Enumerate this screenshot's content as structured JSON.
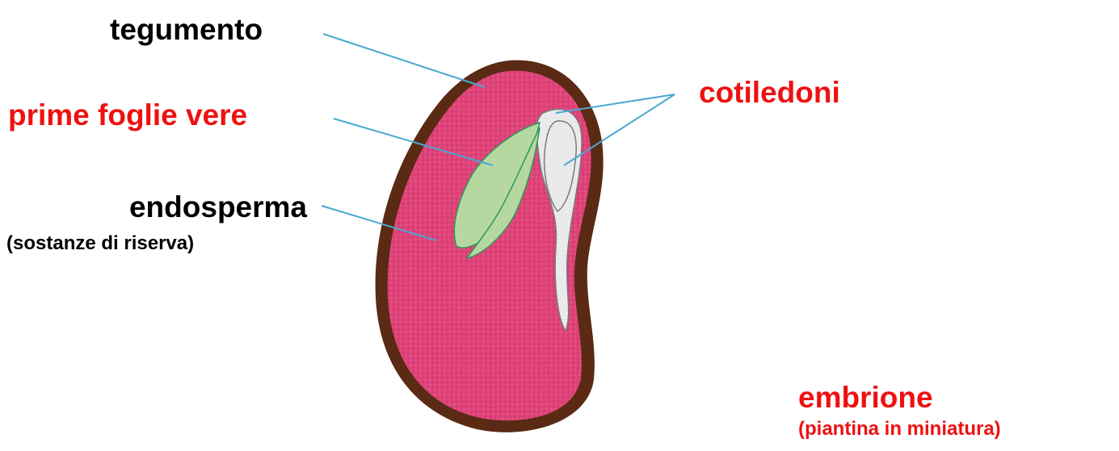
{
  "labels": {
    "tegumento": "tegumento",
    "prime_foglie": "prime foglie vere",
    "endosperma": "endosperma",
    "endosperma_note": "(sostanze di riserva)",
    "cotiledoni": "cotiledoni",
    "embrione": "embrione",
    "embrione_note": "(piantina in miniatura)"
  },
  "colors": {
    "black_label": "#000000",
    "red_label": "#ee1111",
    "seed_coat": "#5a2a14",
    "endosperm": "#e0457a",
    "leaves": "#b7d7a0",
    "leaf_outline": "#2a9a5a",
    "cotyledon": "#e8e8ea",
    "leader_line": "#4aa8d0"
  }
}
